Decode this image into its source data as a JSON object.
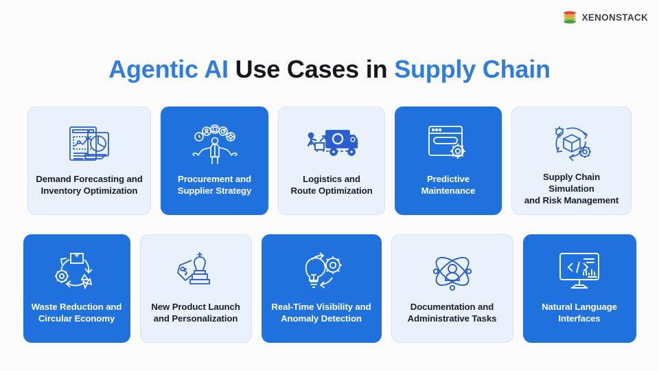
{
  "brand": {
    "name": "XENONSTACK",
    "icon": "stacked-layers-logo-icon",
    "colors": {
      "layer_top": "#e04b3c",
      "layer_mid": "#f2a23b",
      "layer_low": "#a9c64b",
      "layer_bottom": "#4f9f46",
      "text": "#3f3f46"
    }
  },
  "title": {
    "part1": "Agentic AI",
    "part2": "Use Cases in",
    "part3": "Supply Chain",
    "accent_color": "#2f7de1",
    "dark_color": "#16181d"
  },
  "theme": {
    "page_background": "#fcfcfd",
    "card_light_background": "#e9f1fd",
    "card_light_border": "#d7e3f4",
    "card_blue_background": "#1f72dd",
    "card_light_text": "#191d2c",
    "card_blue_text": "#ffffff",
    "icon_blue": "#2b5fd0"
  },
  "rows": [
    {
      "cards": [
        {
          "label": "Demand Forecasting and\nInventory Optimization",
          "line1": "Demand Forecasting and",
          "line2": "Inventory Optimization",
          "style": "light",
          "icon": "forecast-charts-document-icon"
        },
        {
          "label": "Procurement and\nSupplier Strategy",
          "line1": "Procurement and",
          "line2": "Supplier Strategy",
          "style": "blue",
          "icon": "person-juggling-options-icon"
        },
        {
          "label": "Logistics and\nRoute Optimization",
          "line1": "Logistics and",
          "line2": "Route Optimization",
          "style": "light",
          "icon": "delivery-truck-handcart-icon"
        },
        {
          "label": "Predictive\nMaintenance",
          "line1": "Predictive",
          "line2": "Maintenance",
          "style": "blue",
          "icon": "browser-window-gear-icon"
        },
        {
          "label": "Supply Chain Simulation\nand Risk Management",
          "line1": "Supply Chain Simulation",
          "line2": "and Risk Management",
          "style": "light",
          "icon": "package-cycle-bulb-gear-icon"
        }
      ]
    },
    {
      "cards": [
        {
          "label": "Waste Reduction and\nCircular Economy",
          "line1": "Waste Reduction and",
          "line2": "Circular Economy",
          "style": "blue",
          "icon": "recycle-package-gear-icon"
        },
        {
          "label": "New Product Launch\nand Personalization",
          "line1": "New Product Launch",
          "line2": "and Personalization",
          "style": "light",
          "icon": "chess-king-price-tag-icon"
        },
        {
          "label": "Real-Time Visibility and\nAnomaly Detection",
          "line1": "Real-Time Visibility and",
          "line2": "Anomaly Detection",
          "style": "blue",
          "icon": "lightbulb-gear-cycle-icon"
        },
        {
          "label": "Documentation and\nAdministrative Tasks",
          "line1": "Documentation and",
          "line2": "Administrative Tasks",
          "style": "light",
          "icon": "atom-orbit-person-icon"
        },
        {
          "label": "Natural Language\nInterfaces",
          "line1": "Natural Language",
          "line2": "Interfaces",
          "style": "blue",
          "icon": "monitor-code-chart-icon"
        }
      ]
    }
  ]
}
